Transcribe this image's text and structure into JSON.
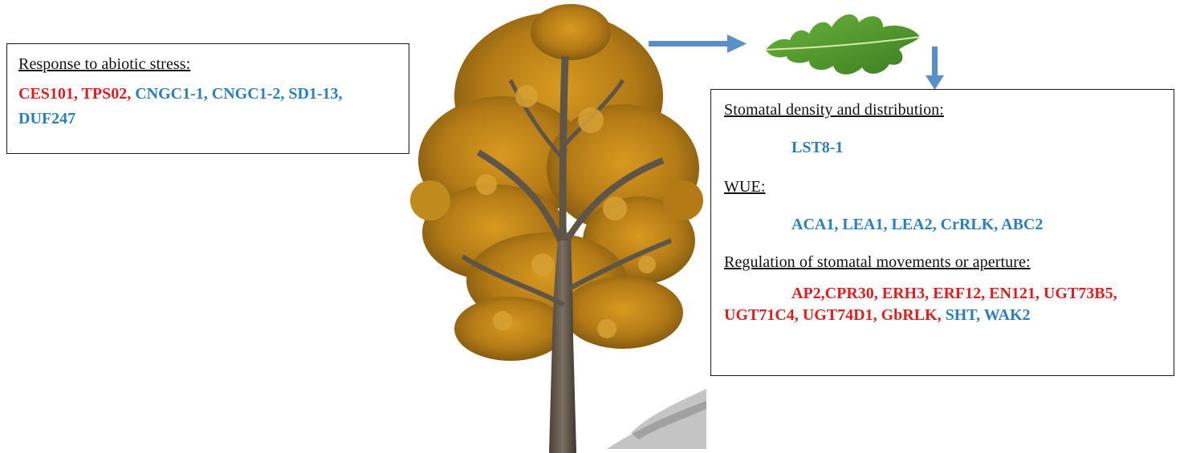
{
  "abiotic": {
    "heading": "Response to abiotic stress:",
    "line1": [
      {
        "text": "CES101, ",
        "color": "red"
      },
      {
        "text": "TPS02, ",
        "color": "red"
      },
      {
        "text": "CNGC1-1, CNGC1-2, SD1-13,",
        "color": "blue"
      }
    ],
    "line2": [
      {
        "text": "DUF247",
        "color": "blue"
      }
    ]
  },
  "stomatal": {
    "density_heading": "Stomatal  density and distribution:",
    "density_genes": "LST8-1",
    "wue_heading": "WUE:",
    "wue_genes": "ACA1, LEA1,  LEA2,  CrRLK,  ABC2",
    "regulation_heading": "Regulation of stomatal movements or aperture:",
    "regulation_line1": "AP2,CPR30,  ERH3,  ERF12,  EN121, UGT73B5,",
    "regulation_line2_red": "UGT71C4, UGT74D1, GbRLK, ",
    "regulation_line2_blue": " SHT, WAK2"
  },
  "colors": {
    "red": "#e01e1e",
    "blue": "#2a7fc0",
    "arrow": "#5b8fc9",
    "foliage": "#c08a1c",
    "trunk": "#5e5448",
    "leaf": "#4f9a2c"
  },
  "icons": {
    "tree": "oak-tree-illustration",
    "leaf": "oak-leaf-illustration",
    "arrow_right": "arrow-right-icon",
    "arrow_down": "arrow-down-icon"
  }
}
